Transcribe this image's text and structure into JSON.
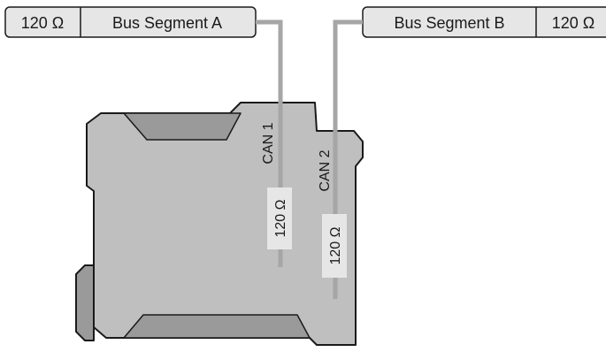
{
  "bus_a": {
    "resistor": "120 Ω",
    "name": "Bus Segment A"
  },
  "bus_b": {
    "name": "Bus Segment B",
    "resistor": "120 Ω"
  },
  "device": {
    "can1": {
      "label": "CAN 1",
      "resistor": "120 Ω"
    },
    "can2": {
      "label": "CAN 2",
      "resistor": "120 Ω"
    }
  },
  "colors": {
    "housing": "#bfbfbf",
    "housing_dark": "#9a9a9a",
    "outline": "#1a1a1a",
    "cable": "#a6a6a6",
    "box_fill": "#e6e6e6"
  }
}
